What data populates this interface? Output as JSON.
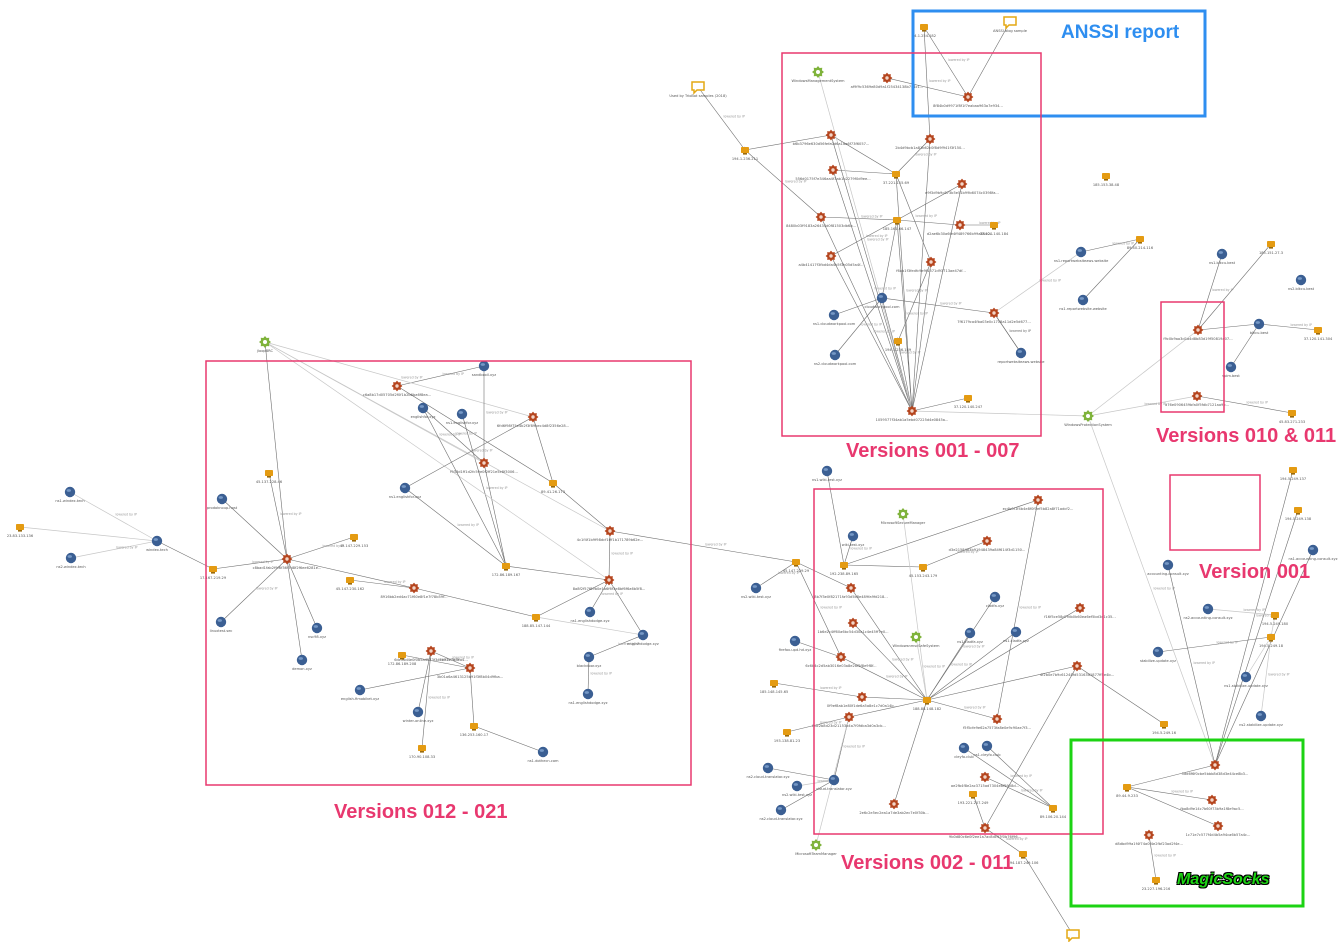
{
  "canvas": {
    "background": "#ffffff",
    "edge_color": "#6f6f6f",
    "edge_color_light": "#c7c7c7",
    "edge_label_color": "#9a9a9a"
  },
  "colors": {
    "pink_box": "#e8386f",
    "blue_box": "#2e8ef0",
    "green_box": "#1cd313",
    "domain_node": "#3b5f93",
    "ip_node": "#e49b12",
    "hash_node": "#b5451e",
    "system_node": "#7fb33b",
    "report_node": "#e4a814"
  },
  "groups": {
    "anssi": {
      "label": "ANSSI report"
    },
    "v001_007": {
      "label": "Versions 001 - 007"
    },
    "v010_011": {
      "label": "Versions 010 & 011"
    },
    "v001": {
      "label": "Version 001"
    },
    "v012_021": {
      "label": "Versions 012 - 021"
    },
    "v002_011": {
      "label": "Versions 002 - 011"
    },
    "magicsocks": {
      "label": "MagicSocks"
    }
  },
  "nodes": [
    {
      "id": "n1",
      "type": "ip",
      "label": "94.1.254.182"
    },
    {
      "id": "n2",
      "type": "report",
      "label": "ANSSI blog sample"
    },
    {
      "id": "n3",
      "type": "hash",
      "label": "8f84b0d9971f8f1f7eabaa963a7e934..."
    },
    {
      "id": "n4",
      "type": "system",
      "label": "WindowsManagementSystem"
    },
    {
      "id": "n5",
      "type": "hash",
      "label": "af9f9c5369e80d9a1f25434138b7b4c1..."
    },
    {
      "id": "n6",
      "type": "report",
      "label": "Used by TrioBot samples (2018)"
    },
    {
      "id": "n7",
      "type": "ip",
      "label": "194.1.236.211"
    },
    {
      "id": "n8",
      "type": "hash",
      "label": "b6b3796e630d56fefa0d6a1da6f73f6057..."
    },
    {
      "id": "n9",
      "type": "hash",
      "label": "2b4d9bcb1a81b62c0f8d9f941f3f150..."
    },
    {
      "id": "n10",
      "type": "hash",
      "label": "556d0175f7e346aa4f3ab1b2279f0d9ee..."
    },
    {
      "id": "n11",
      "type": "ip",
      "label": "37.221.115.69"
    },
    {
      "id": "n12",
      "type": "hash",
      "label": "e9f3d9b9c873b5e51b99b6074c0398fa..."
    },
    {
      "id": "n13",
      "type": "ip",
      "label": "185.153.38.48"
    },
    {
      "id": "n14",
      "type": "hash",
      "label": "8480b03f9183a26434d0f81503db6b..."
    },
    {
      "id": "n15",
      "type": "ip",
      "label": "185.161.66.147"
    },
    {
      "id": "n16",
      "type": "hash",
      "label": "d2ae6b30a6fe4ff489766b99a86d0..."
    },
    {
      "id": "n17",
      "type": "ip",
      "label": "37.120.140.184"
    },
    {
      "id": "n18",
      "type": "hash",
      "label": "a4b41417f3fbd4da4b5f3b05d5a4f..."
    },
    {
      "id": "n19",
      "type": "hash",
      "label": "f6ab1f3fedfc9e9f1571d93713ae47df..."
    },
    {
      "id": "n20",
      "type": "domain",
      "label": "ns1.reportwebsiteaws.website"
    },
    {
      "id": "n21",
      "type": "ip",
      "label": "89.40.214.116"
    },
    {
      "id": "n22",
      "type": "domain",
      "label": "ns1.reportwebsite.website"
    },
    {
      "id": "n23",
      "type": "domain",
      "label": "ns1.cloudworkpool.com"
    },
    {
      "id": "n24",
      "type": "domain",
      "label": "cloudworkpool.com"
    },
    {
      "id": "n25",
      "type": "ip",
      "label": "194.1.236.149"
    },
    {
      "id": "n26",
      "type": "domain",
      "label": "ns2.cloudworkpool.com"
    },
    {
      "id": "n27",
      "type": "hash",
      "label": "7f6179ca4fba03e0c1718a11d2e5d677..."
    },
    {
      "id": "n28",
      "type": "domain",
      "label": "reportwebsiteaws.website"
    },
    {
      "id": "n29",
      "type": "ip",
      "label": "37.120.140.247"
    },
    {
      "id": "n30",
      "type": "hash",
      "label": "1059577f34ab1a5ebd07225d4e0845a..."
    },
    {
      "id": "n31",
      "type": "system",
      "label": "WindowsProtectionSystem"
    },
    {
      "id": "n32",
      "type": "ip",
      "label": "185.151.27.3"
    },
    {
      "id": "n33",
      "type": "domain",
      "label": "ns1.blkcu.best"
    },
    {
      "id": "n34",
      "type": "domain",
      "label": "ns2.blkcu.best"
    },
    {
      "id": "n35",
      "type": "domain",
      "label": "blkcu.best"
    },
    {
      "id": "n36",
      "type": "ip",
      "label": "37.120.141.304"
    },
    {
      "id": "n37",
      "type": "domain",
      "label": "spim.best"
    },
    {
      "id": "n38",
      "type": "hash",
      "label": "f9c0b9aa3d1a4d8b83d19f50819a07..."
    },
    {
      "id": "n39",
      "type": "hash",
      "label": "d76e0906459bfa0f5fdb7121aa9b..."
    },
    {
      "id": "n40",
      "type": "ip",
      "label": "45.83.271.233"
    },
    {
      "id": "n41",
      "type": "system",
      "label": "jloopBRC"
    },
    {
      "id": "n42",
      "type": "domain",
      "label": "sandboxil.xyz"
    },
    {
      "id": "n43",
      "type": "hash",
      "label": "c6a8b17d05705d2f0f1b2b6ba6f8ea..."
    },
    {
      "id": "n44",
      "type": "domain",
      "label": "englishfor.xyz"
    },
    {
      "id": "n45",
      "type": "hash",
      "label": "6fd6f98f75e4b2f3f89bec4d8f2356e28..."
    },
    {
      "id": "n46",
      "type": "domain",
      "label": "ns1.englishfor.xyz"
    },
    {
      "id": "n47",
      "type": "hash",
      "label": "f933d1ff1d2fc59e0f2ff21e5e8f3006..."
    },
    {
      "id": "n48",
      "type": "domain",
      "label": "ns1.englishfor.xyz"
    },
    {
      "id": "n49",
      "type": "ip",
      "label": "89.41.26.173"
    },
    {
      "id": "n50",
      "type": "ip",
      "label": "45.137.228.46"
    },
    {
      "id": "n51",
      "type": "domain",
      "label": "prodoknoup.host"
    },
    {
      "id": "n52",
      "type": "ip",
      "label": "45.147.229.153"
    },
    {
      "id": "n53",
      "type": "hash",
      "label": "c8bad1fab2f9f6f36f7d8f2f6ee6281e..."
    },
    {
      "id": "n54",
      "type": "ip",
      "label": "45.147.230.162"
    },
    {
      "id": "n55",
      "type": "ip",
      "label": "172.86.189.167"
    },
    {
      "id": "n56",
      "type": "hash",
      "label": "4c1f4f1b9f98dcf1fff1b171789b62e..."
    },
    {
      "id": "n57",
      "type": "hash",
      "label": "8a8f2f57f89b0e1a6f6f3e8bf6f6a6b5f8..."
    },
    {
      "id": "n58",
      "type": "ip",
      "label": "17.167.219.29"
    },
    {
      "id": "n59",
      "type": "hash",
      "label": "8916bb2ed4ac71f60e8f1e7f78b59f..."
    },
    {
      "id": "n60",
      "type": "ip",
      "label": "188.85.147.144"
    },
    {
      "id": "n61",
      "type": "domain",
      "label": "ns1.englishdodge.xyz"
    },
    {
      "id": "n62",
      "type": "domain",
      "label": "englishdodge.xyz"
    },
    {
      "id": "n63",
      "type": "domain",
      "label": "linuxtest.sec"
    },
    {
      "id": "n64",
      "type": "domain",
      "label": "nsc98.xyz"
    },
    {
      "id": "n65",
      "type": "hash",
      "label": "6dc56d4e0f0b5a4573f3c4b92e7b8ea4..."
    },
    {
      "id": "n66",
      "type": "domain",
      "label": "demon.xyz"
    },
    {
      "id": "n67",
      "type": "ip",
      "label": "172.86.189.208"
    },
    {
      "id": "n68",
      "type": "hash",
      "label": "3b01a6a4613125b91f3f8b04d9fba..."
    },
    {
      "id": "n69",
      "type": "domain",
      "label": "blackdoor.xyz"
    },
    {
      "id": "n70",
      "type": "domain",
      "label": "english-fimobiket.xyz"
    },
    {
      "id": "n71",
      "type": "domain",
      "label": "ns1.englishdodge.xyz"
    },
    {
      "id": "n72",
      "type": "domain",
      "label": "winter-online.xyz"
    },
    {
      "id": "n73",
      "type": "ip",
      "label": "136.253.160.17"
    },
    {
      "id": "n74",
      "type": "ip",
      "label": "170.90.108.33"
    },
    {
      "id": "n75",
      "type": "domain",
      "label": "ns1.dothecn.com"
    },
    {
      "id": "n76",
      "type": "domain",
      "label": "ns1.windex.tech"
    },
    {
      "id": "n77",
      "type": "ip",
      "label": "23.83.133.136"
    },
    {
      "id": "n78",
      "type": "domain",
      "label": "windex.tech"
    },
    {
      "id": "n79",
      "type": "domain",
      "label": "ns2.windex.tech"
    },
    {
      "id": "n80",
      "type": "ip",
      "label": "45.147.229.29"
    },
    {
      "id": "n81",
      "type": "domain",
      "label": "ns1.wiki-test.xyz"
    },
    {
      "id": "n82",
      "type": "domain",
      "label": "wiki-test.xyz"
    },
    {
      "id": "n83",
      "type": "system",
      "label": "MicrosoftSecureManager"
    },
    {
      "id": "n84",
      "type": "hash",
      "label": "ec4b0f1f4b4e8f0f0ef5b82a8f71adcf2..."
    },
    {
      "id": "n85",
      "type": "hash",
      "label": "d3e2158483b91948439a84f614f3d1150..."
    },
    {
      "id": "n86",
      "type": "ip",
      "label": "192.238.89.165"
    },
    {
      "id": "n87",
      "type": "domain",
      "label": "ns2.wiki-test.xyz"
    },
    {
      "id": "n88",
      "type": "hash",
      "label": "8b7f3e0f82171fa93d5b8e489fa9fd218..."
    },
    {
      "id": "n89",
      "type": "ip",
      "label": "45.153.243.179"
    },
    {
      "id": "n90",
      "type": "domain",
      "label": "cladfa.xyz"
    },
    {
      "id": "n91",
      "type": "hash",
      "label": "f16f5ce58d7fdb0b60ea6ef5bd3e1c35..."
    },
    {
      "id": "n92",
      "type": "domain",
      "label": "ns1.cladfa.xyz"
    },
    {
      "id": "n93",
      "type": "domain",
      "label": "ns1.cladfa.xyz"
    },
    {
      "id": "n94",
      "type": "hash",
      "label": "1b6e2c4ff60a6bc54d30a1c4e45ff7e0..."
    },
    {
      "id": "n95",
      "type": "domain",
      "label": "firefox-upd.hd.xyz"
    },
    {
      "id": "n96",
      "type": "system",
      "label": "WindowsnmscSafeSystem"
    },
    {
      "id": "n97",
      "type": "hash",
      "label": "6c6b4c2d5ab3016e03a8e2af2f8e9f8f..."
    },
    {
      "id": "n98",
      "type": "hash",
      "label": "0f9ef8ab1e80f1de6a5a8e1c7d0a14b..."
    },
    {
      "id": "n99",
      "type": "ip",
      "label": "185.148.145.65"
    },
    {
      "id": "n100",
      "type": "ip",
      "label": "188.88.148.182"
    },
    {
      "id": "n101",
      "type": "hash",
      "label": "4f2b0e7b9c61248fd53163d1877ff5e4b..."
    },
    {
      "id": "n102",
      "type": "ip",
      "label": "193.138.81.23"
    },
    {
      "id": "n103",
      "type": "hash",
      "label": "8dc2b8d23d21153b4a7f0fdba3d0a3cb..."
    },
    {
      "id": "n104",
      "type": "hash",
      "label": "f5f5cfe9e62a7573fa8e0e9c90ae7f3..."
    },
    {
      "id": "n105",
      "type": "domain",
      "label": "ns2.cloud-translator.xyz"
    },
    {
      "id": "n106",
      "type": "domain",
      "label": "cloud-translator.xyz"
    },
    {
      "id": "n107",
      "type": "domain",
      "label": "ns2.cloud-translator.xyz"
    },
    {
      "id": "n108",
      "type": "system",
      "label": "MicrosoftTeamManager"
    },
    {
      "id": "n109",
      "type": "domain",
      "label": "cleyfo.club"
    },
    {
      "id": "n110",
      "type": "domain",
      "label": "ns1.cleyfo.club"
    },
    {
      "id": "n111",
      "type": "hash",
      "label": "ae2fb4f8e2ac3715ad7304e8f5908d..."
    },
    {
      "id": "n112",
      "type": "ip",
      "label": "193.221.207.249"
    },
    {
      "id": "n113",
      "type": "hash",
      "label": "9b0d80c6e0f2ee1a7ac8dc97f0b76f96..."
    },
    {
      "id": "n114",
      "type": "ip",
      "label": "89.106.20.144"
    },
    {
      "id": "n115",
      "type": "ip",
      "label": "194.187.249.106"
    },
    {
      "id": "n116",
      "type": "hash",
      "label": "2e6c2e5ec2ea1a7de3ab2ec7e0f30b..."
    },
    {
      "id": "n117",
      "type": "ip",
      "label": "194.5.249.137"
    },
    {
      "id": "n118",
      "type": "ip",
      "label": "194.5.249.138"
    },
    {
      "id": "n119",
      "type": "domain",
      "label": "accounting-consult.xyz"
    },
    {
      "id": "n120",
      "type": "domain",
      "label": "ns1.accounting-consult.xyz"
    },
    {
      "id": "n121",
      "type": "domain",
      "label": "ns2.accounting-consult.xyz"
    },
    {
      "id": "n122",
      "type": "ip",
      "label": "194.5.249.180"
    },
    {
      "id": "n123",
      "type": "domain",
      "label": "stabilize-update.xyz"
    },
    {
      "id": "n124",
      "type": "ip",
      "label": "194.5.249.18"
    },
    {
      "id": "n125",
      "type": "domain",
      "label": "ns1.stabilize-update.xyz"
    },
    {
      "id": "n126",
      "type": "domain",
      "label": "ns2.stabilize-update.xyz"
    },
    {
      "id": "n127",
      "type": "ip",
      "label": "194.5.249.16"
    },
    {
      "id": "n128",
      "type": "hash",
      "label": "5dd6f6f0cbe5bbb8d38d3e44ce8b3..."
    },
    {
      "id": "n129",
      "type": "hash",
      "label": "fba8d9e14c7b60f73b9a1f8e9ac5..."
    },
    {
      "id": "n130",
      "type": "ip",
      "label": "89.44.9.233"
    },
    {
      "id": "n131",
      "type": "hash",
      "label": "1c71e7c577f4d4b5a94ca6b57a4c..."
    },
    {
      "id": "n132",
      "type": "hash",
      "label": "d8dbd99a1f4f74a0f4e2fbf23ad2f4e..."
    },
    {
      "id": "n133",
      "type": "ip",
      "label": "23.227.196.216"
    },
    {
      "id": "n134",
      "type": "report",
      "label": ""
    },
    {
      "id": "n135",
      "type": "domain",
      "label": "ns2.wiki-test.xyz"
    }
  ],
  "edge_label": "lowered by IP"
}
